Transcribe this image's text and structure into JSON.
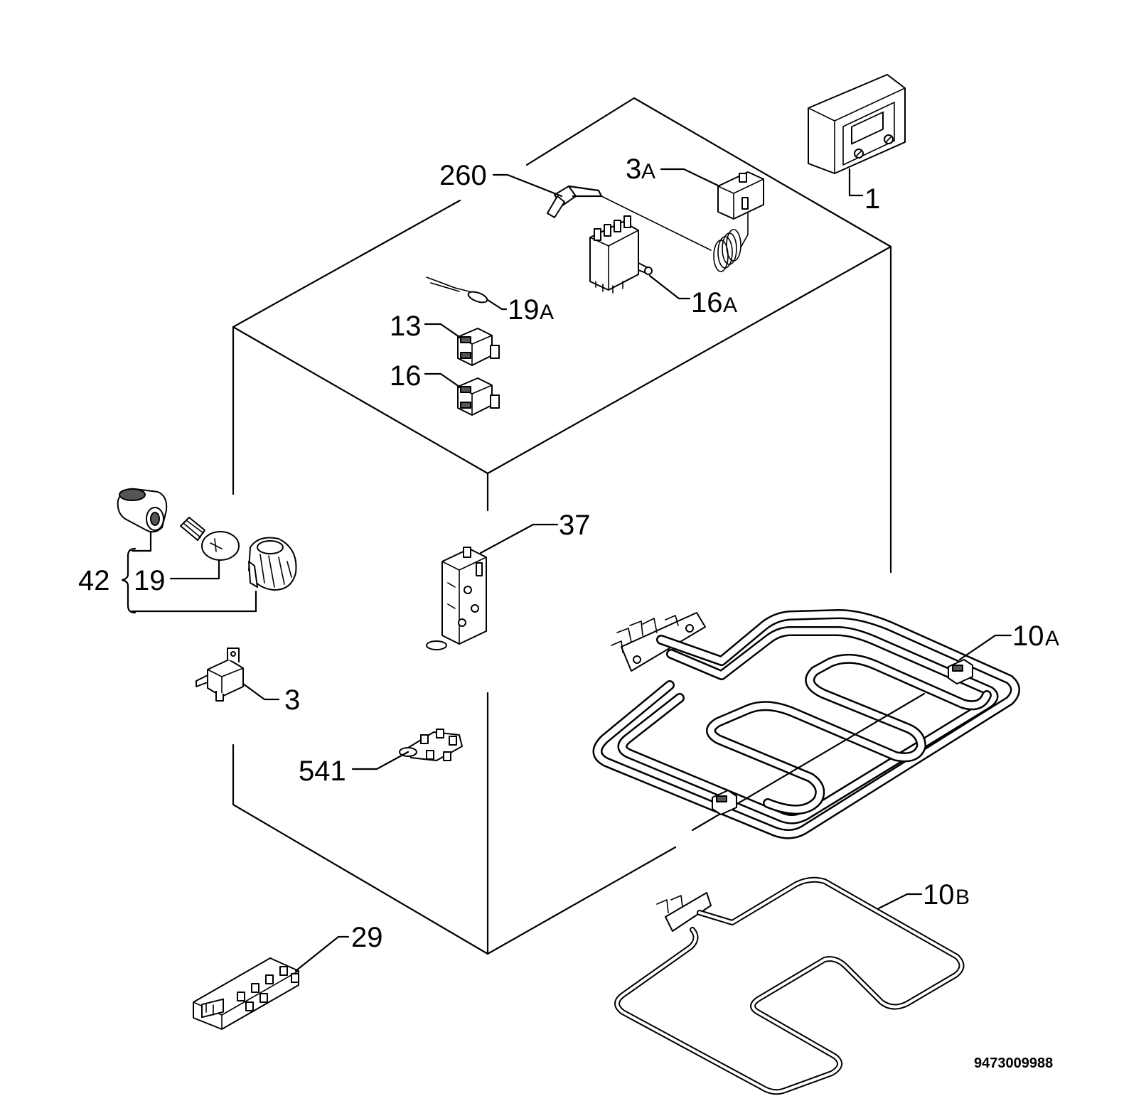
{
  "labels": {
    "p260": "260",
    "p3a_num": "3",
    "p3a_suf": "A",
    "p1": "1",
    "p16a_num": "16",
    "p16a_suf": "A",
    "p19a_num": "19",
    "p19a_suf": "A",
    "p13": "13",
    "p16": "16",
    "p37": "37",
    "p42": "42",
    "p19": "19",
    "p3": "3",
    "p541": "541",
    "p10a_num": "10",
    "p10a_suf": "A",
    "p10b_num": "10",
    "p10b_suf": "B",
    "p29": "29"
  },
  "drawing_code": "9473009988"
}
